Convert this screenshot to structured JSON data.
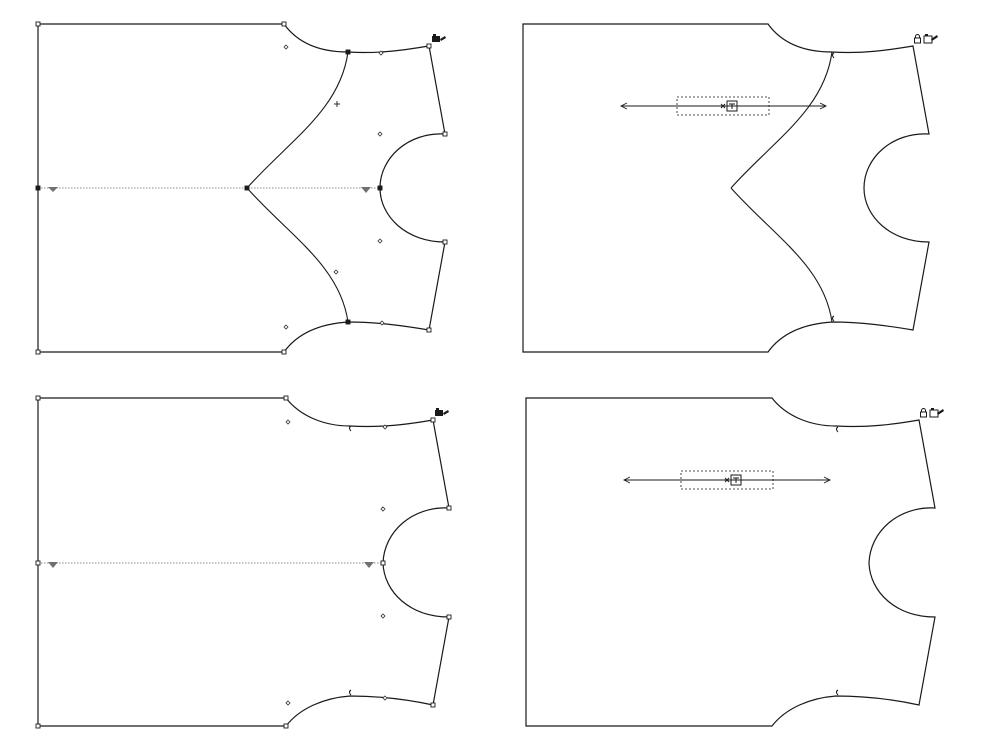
{
  "view": {
    "background": "#ffffff",
    "line_color": "#1a1a1a",
    "fold_line_color": "#8a8a8a",
    "notch_color": "#707070"
  },
  "panels": [
    {
      "id": "top-left",
      "kind": "construction",
      "status_icon": "piece-edit-icon",
      "has_dart": true
    },
    {
      "id": "top-right",
      "kind": "pattern-piece",
      "status_icons": [
        "lock-icon",
        "piece-edit-icon"
      ],
      "has_dart": true,
      "grain_marker_icon": "grainline-text-marker-icon"
    },
    {
      "id": "bottom-left",
      "kind": "construction",
      "status_icon": "piece-edit-icon",
      "has_dart": false
    },
    {
      "id": "bottom-right",
      "kind": "pattern-piece",
      "status_icons": [
        "lock-icon",
        "piece-edit-icon"
      ],
      "has_dart": false,
      "grain_marker_icon": "grainline-text-marker-icon"
    }
  ]
}
